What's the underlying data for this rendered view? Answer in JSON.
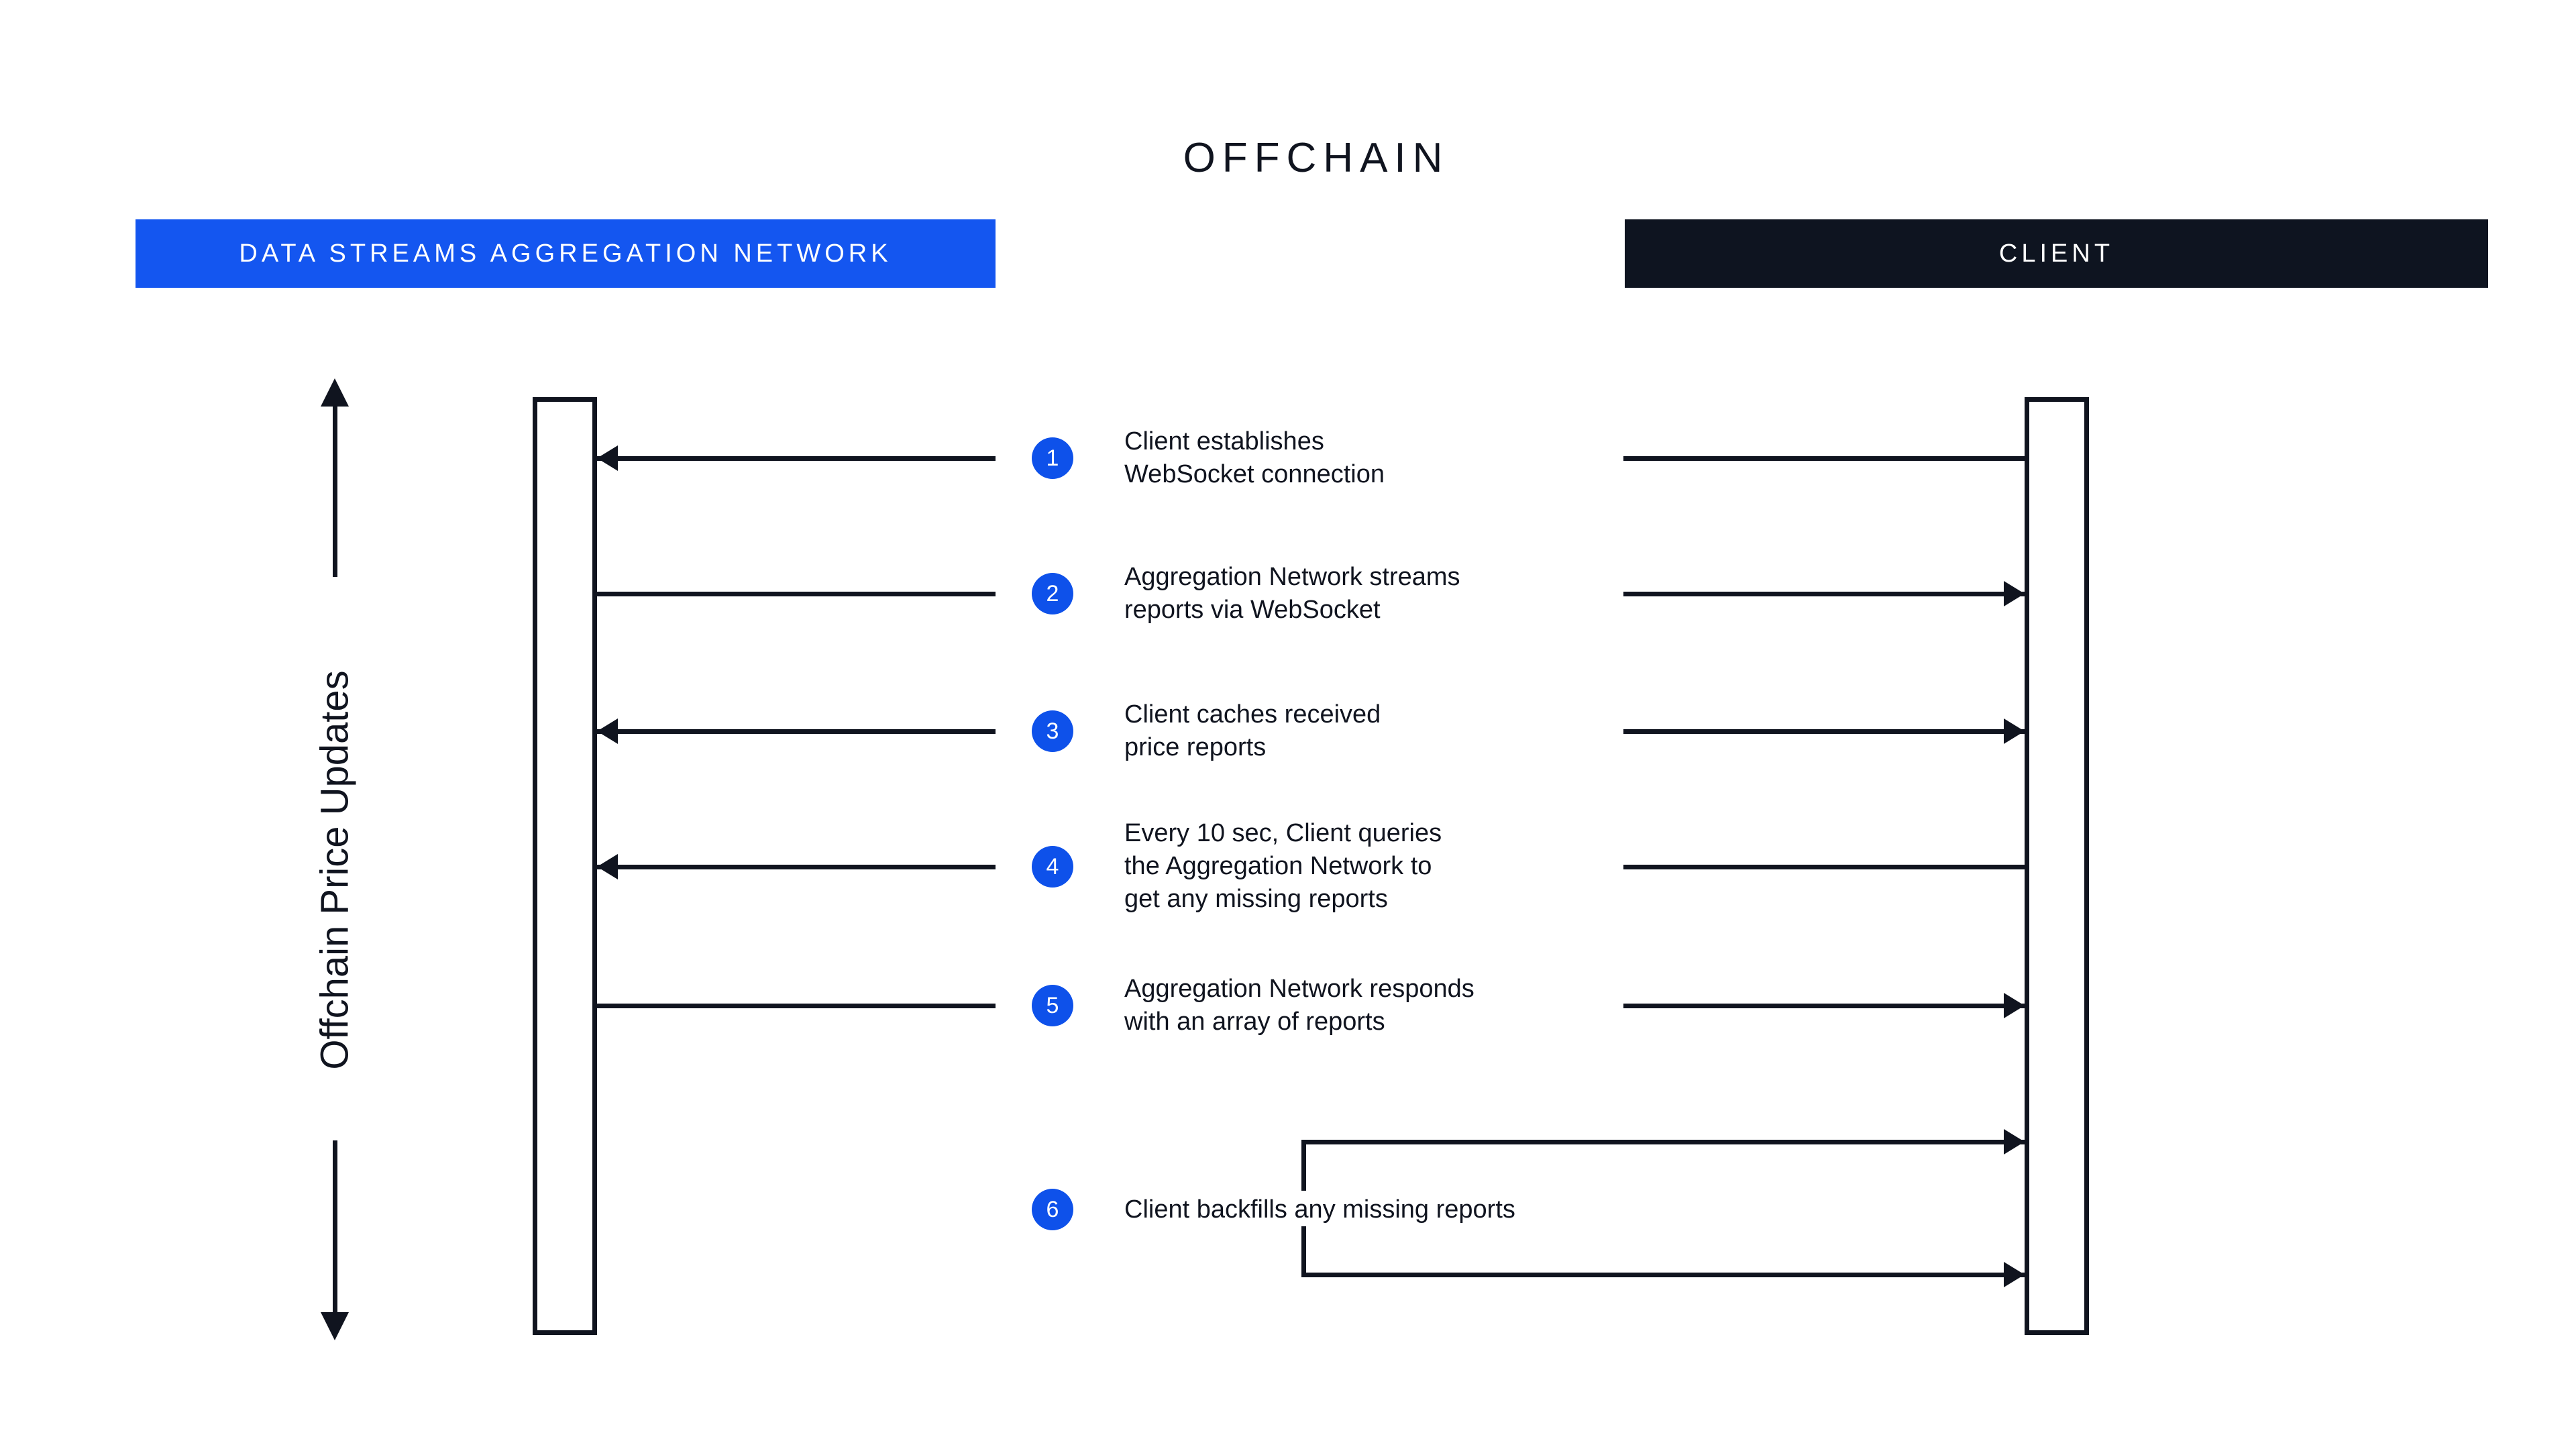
{
  "title": "OFFCHAIN",
  "actors": {
    "aggregation_network": {
      "label": "DATA STREAMS AGGREGATION NETWORK"
    },
    "client": {
      "label": "CLIENT"
    }
  },
  "axis": {
    "label": "Offchain Price Updates"
  },
  "steps": [
    {
      "num": "1",
      "text": "Client establishes\nWebSocket connection",
      "from": "client",
      "to": "aggregation_network",
      "arrows": {
        "left": "arrowhead-into-network",
        "right": "tail-at-client"
      }
    },
    {
      "num": "2",
      "text": "Aggregation Network streams\nreports via WebSocket",
      "from": "aggregation_network",
      "to": "client",
      "arrows": {
        "left": "tail-at-network",
        "right": "arrowhead-into-client"
      }
    },
    {
      "num": "3",
      "text": "Client caches received\nprice reports",
      "from": "both",
      "to": "both",
      "arrows": {
        "left": "arrowhead-into-network",
        "right": "arrowhead-into-client"
      }
    },
    {
      "num": "4",
      "text": "Every 10 sec, Client queries\nthe Aggregation Network to\nget any missing reports",
      "from": "client",
      "to": "aggregation_network",
      "arrows": {
        "left": "arrowhead-into-network",
        "right": "tail-at-client"
      }
    },
    {
      "num": "5",
      "text": "Aggregation Network responds\nwith an array of reports",
      "from": "aggregation_network",
      "to": "client",
      "arrows": {
        "left": "tail-at-network",
        "right": "arrowhead-into-client"
      }
    },
    {
      "num": "6",
      "text": "Client backfills any missing reports",
      "from": "client",
      "to": "client",
      "arrows": {
        "loop": "two-arrowheads-into-client"
      }
    }
  ],
  "colors": {
    "background": "#ffffff",
    "accent_blue_banner": "#1456f0",
    "badge_blue": "#0e51ea",
    "dark": "#10141f",
    "banner_text": "#ffffff"
  }
}
